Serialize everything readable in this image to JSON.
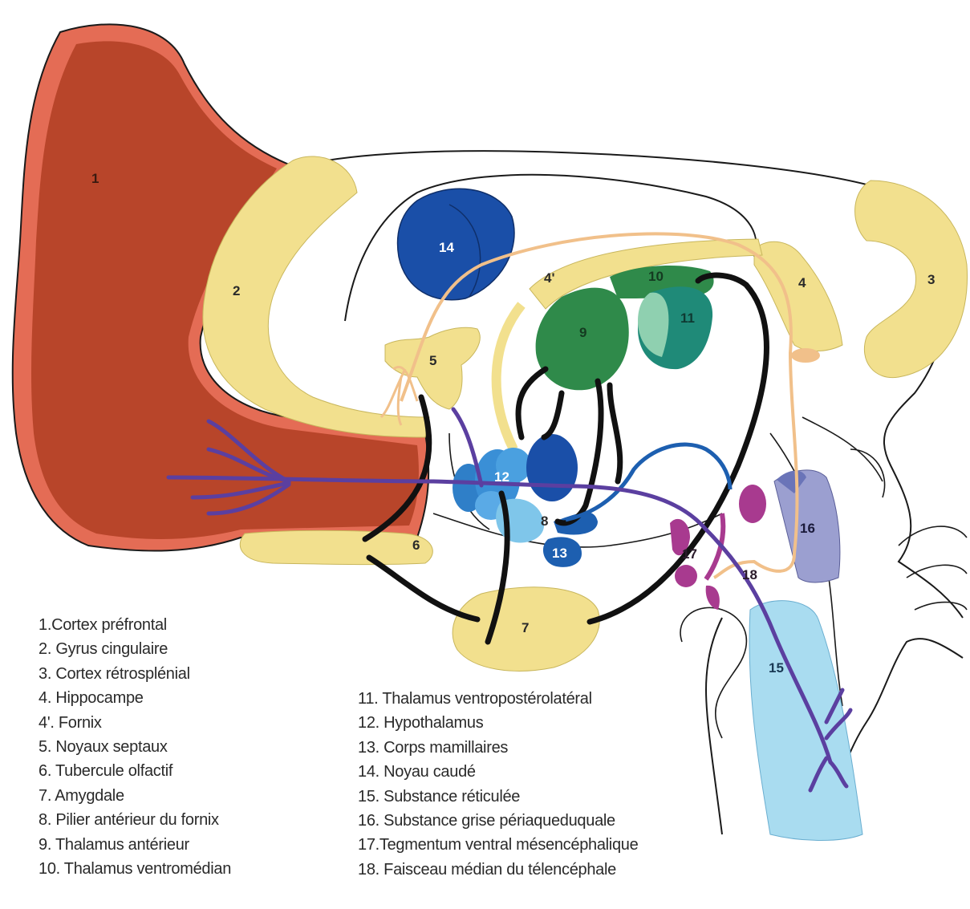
{
  "diagram": {
    "structures": [
      {
        "num": "1",
        "color": "#b8452a"
      },
      {
        "num": "2",
        "color": "#f2e08e"
      },
      {
        "num": "3",
        "color": "#f2e08e"
      },
      {
        "num": "4",
        "color": "#f2e08e"
      },
      {
        "num": "4'",
        "color": "#f2e08e"
      },
      {
        "num": "5",
        "color": "#f2e08e"
      },
      {
        "num": "6",
        "color": "#f2e08e"
      },
      {
        "num": "7",
        "color": "#f2e08e"
      },
      {
        "num": "8",
        "color": "#7fc6ea"
      },
      {
        "num": "9",
        "color": "#2f8a4a"
      },
      {
        "num": "10",
        "color": "#2f8a4a"
      },
      {
        "num": "11",
        "color": "#1f8a78"
      },
      {
        "num": "12",
        "color": "#3a8fd6"
      },
      {
        "num": "13",
        "color": "#1d5fb0"
      },
      {
        "num": "14",
        "color": "#1a4fa8"
      },
      {
        "num": "15",
        "color": "#a9dcf0"
      },
      {
        "num": "16",
        "color": "#9b9fd0"
      },
      {
        "num": "17",
        "color": "#a83a8f"
      },
      {
        "num": "18",
        "color": "#5b3fa0"
      }
    ]
  },
  "legend": {
    "left": [
      "1.Cortex préfrontal",
      "2. Gyrus cingulaire",
      "3. Cortex rétrosplénial",
      "4. Hippocampe",
      "4'. Fornix",
      "5. Noyaux septaux",
      "6. Tubercule olfactif",
      "7. Amygdale",
      "8. Pilier antérieur du fornix",
      "9. Thalamus antérieur",
      "10. Thalamus ventromédian"
    ],
    "right": [
      "11. Thalamus ventropostérolatéral",
      "12. Hypothalamus",
      "13. Corps mamillaires",
      "14. Noyau caudé",
      "15. Substance réticulée",
      "16. Substance grise périaqueduquale",
      "17.Tegmentum ventral mésencéphalique",
      "18. Faisceau médian du télencéphale"
    ]
  }
}
